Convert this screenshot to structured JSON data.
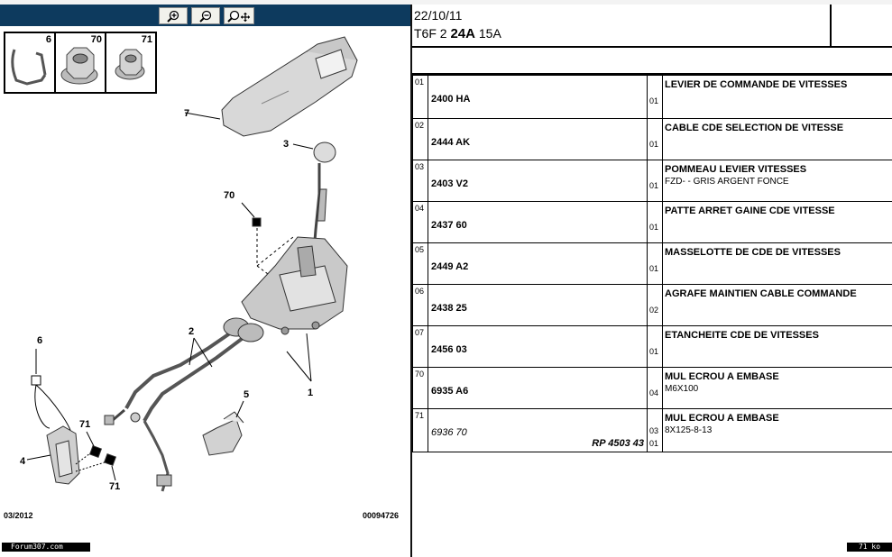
{
  "diagram": {
    "callouts": [
      "7",
      "3",
      "70",
      "2",
      "6",
      "71",
      "4",
      "71",
      "5",
      "1"
    ],
    "date_code": "03/2012",
    "ref_code": "00094726"
  },
  "thumbnails": [
    {
      "number": "6",
      "icon": "clip-icon"
    },
    {
      "number": "70",
      "icon": "flange-nut-icon"
    },
    {
      "number": "71",
      "icon": "flange-nut-icon"
    }
  ],
  "zoom": {
    "buttons": [
      "zoom-in-icon",
      "zoom-out-icon",
      "zoom-pan-icon"
    ]
  },
  "credit": "Forum307.com",
  "header": {
    "date": "22/10/11",
    "model_prefix": "T6F 2",
    "model_bold": "24A",
    "model_suffix": "15A"
  },
  "parts": [
    {
      "index": "01",
      "ref": "2400 HA",
      "qty": "01",
      "name": "LEVIER DE COMMANDE DE VITESSES",
      "detail": ""
    },
    {
      "index": "02",
      "ref": "2444 AK",
      "qty": "01",
      "name": "CABLE CDE SELECTION DE VITESSE",
      "detail": ""
    },
    {
      "index": "03",
      "ref": "2403 V2",
      "qty": "01",
      "name": "POMMEAU LEVIER VITESSES",
      "detail": "FZD- - GRIS ARGENT FONCE"
    },
    {
      "index": "04",
      "ref": "2437 60",
      "qty": "01",
      "name": "PATTE ARRET GAINE CDE VITESSE",
      "detail": ""
    },
    {
      "index": "05",
      "ref": "2449 A2",
      "qty": "01",
      "name": "MASSELOTTE DE CDE DE VITESSES",
      "detail": ""
    },
    {
      "index": "06",
      "ref": "2438 25",
      "qty": "02",
      "name": "AGRAFE MAINTIEN CABLE COMMANDE",
      "detail": ""
    },
    {
      "index": "07",
      "ref": "2456 03",
      "qty": "01",
      "name": "ETANCHEITE CDE DE VITESSES",
      "detail": ""
    },
    {
      "index": "70",
      "ref": "6935 A6",
      "qty": "04",
      "name": "MUL ECROU A EMBASE",
      "detail": "M6X100"
    },
    {
      "index": "71",
      "ref": "6936 70",
      "ref_alt": "RP 4503 43",
      "qty": "03",
      "qty_alt": "01",
      "name": "MUL ECROU A EMBASE",
      "detail": "8X125-8-13"
    }
  ],
  "file_size": "71 ko",
  "colors": {
    "zoombar": "#0d3a5e",
    "border": "#000000"
  }
}
